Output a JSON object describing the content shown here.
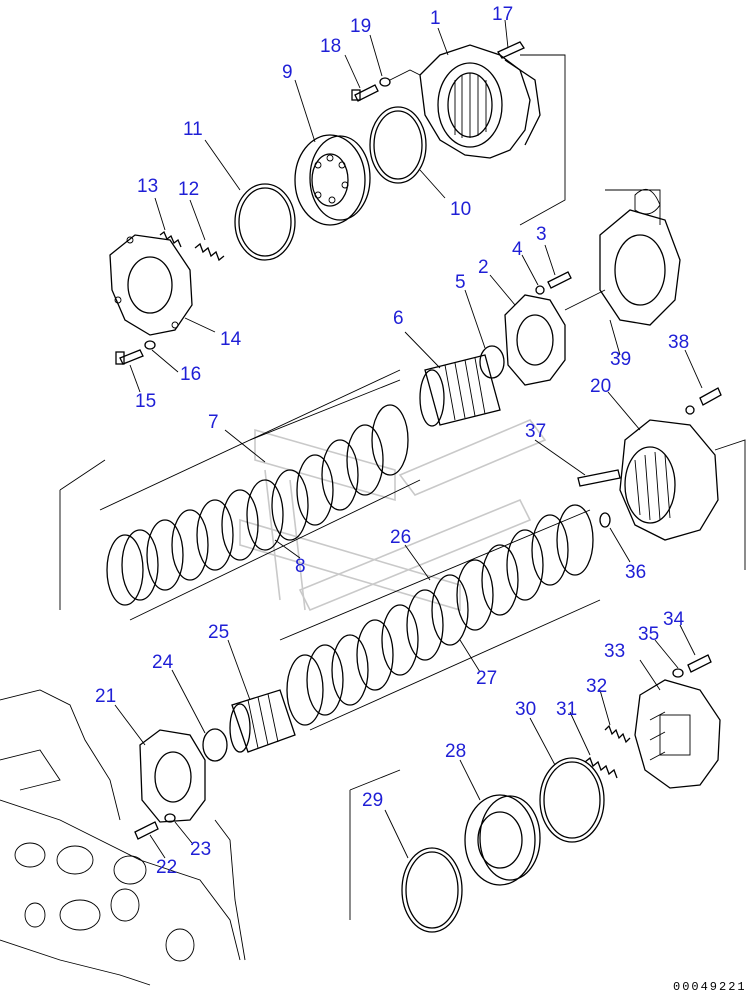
{
  "labels": {
    "p1": "1",
    "p2": "2",
    "p3": "3",
    "p4": "4",
    "p5": "5",
    "p6": "6",
    "p7": "7",
    "p8": "8",
    "p9": "9",
    "p10": "10",
    "p11": "11",
    "p12": "12",
    "p13": "13",
    "p14": "14",
    "p15": "15",
    "p16": "16",
    "p17": "17",
    "p18": "18",
    "p19": "19",
    "p20": "20",
    "p21": "21",
    "p22": "22",
    "p23": "23",
    "p24": "24",
    "p25": "25",
    "p26": "26",
    "p27": "27",
    "p28": "28",
    "p29": "29",
    "p30": "30",
    "p31": "31",
    "p32": "32",
    "p33": "33",
    "p34": "34",
    "p35": "35",
    "p36": "36",
    "p37": "37",
    "p38": "38",
    "p39": "39"
  },
  "doc_id": "00049221",
  "colors": {
    "label": "#1f1fd6",
    "line": "#000000",
    "watermark": "#c9c9c9"
  }
}
